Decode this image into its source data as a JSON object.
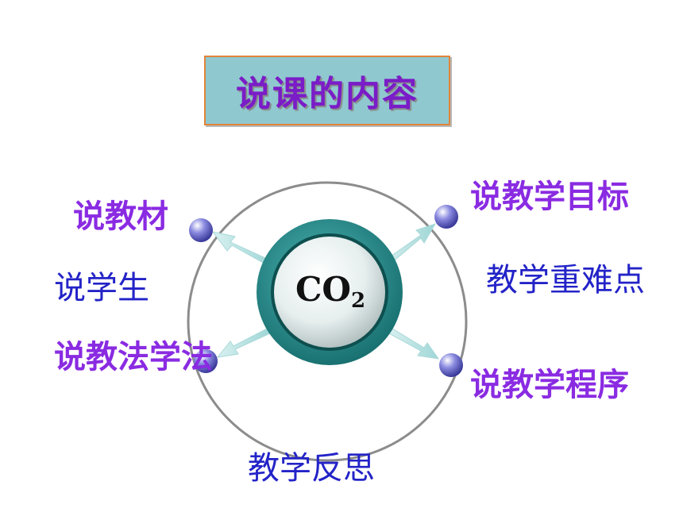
{
  "title": "说课的内容",
  "center_formula": {
    "main": "CO",
    "subscript": "2"
  },
  "items": {
    "jiaocai": "说教材",
    "xuesheng": "说学生",
    "jiaofa": "说教法学法",
    "mubiao": "说教学目标",
    "zhongnandian": "教学重难点",
    "chengxu": "说教学程序",
    "fansi": "教学反思"
  },
  "colors": {
    "purple_text": "#8a2be2",
    "blue_text": "#2323c8",
    "title_bg": "#8fc9cf",
    "title_border": "#e0843a",
    "ring": "#808080",
    "hub_teal": "#1f8f8f"
  }
}
